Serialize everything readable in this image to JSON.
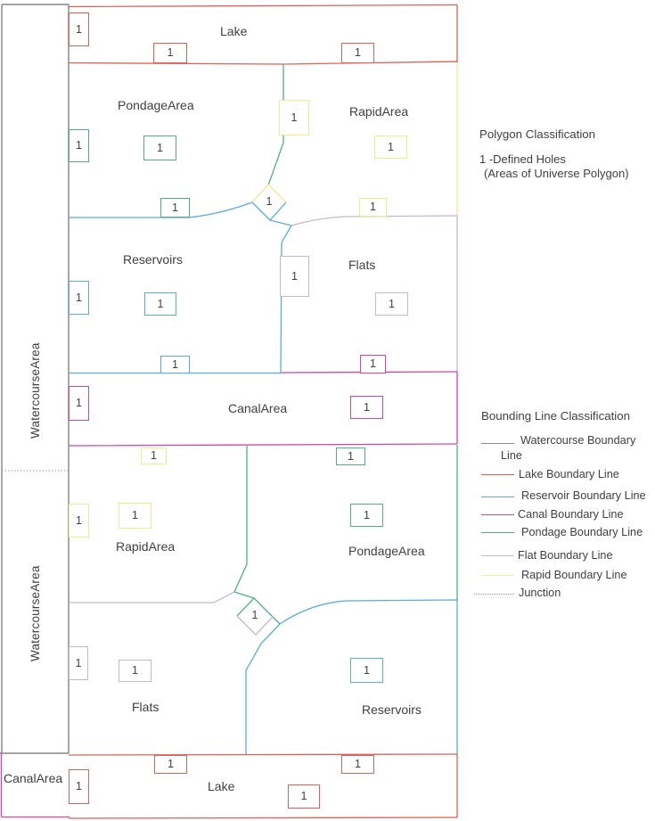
{
  "colors": {
    "watercourse_gray": "#6d6e71",
    "lake_red": "#df6059",
    "reservoir_blue": "#58ace0",
    "canal_magenta": "#d8459f",
    "pondage_green": "#4fb084",
    "flat_thistle": "#c9b4d2",
    "rapid_yellow": "#f3e98c",
    "junction_dotted": "#9a9a9a",
    "text": "#414042"
  },
  "diagram": {
    "hole_label": "1",
    "areas": {
      "lake_top": "Lake",
      "pondage_upper": "PondageArea",
      "rapid_upper": "RapidArea",
      "reservoirs_upper": "Reservoirs",
      "flats_upper": "Flats",
      "canal_upper": "CanalArea",
      "watercourse_upper": "WatercourseArea",
      "watercourse_lower": "WatercourseArea",
      "rapid_lower": "RapidArea",
      "pondage_lower": "PondageArea",
      "flats_lower": "Flats",
      "reservoirs_lower": "Reservoirs",
      "lake_bottom": "Lake",
      "canal_bottom": "CanalArea"
    }
  },
  "legend": {
    "polygon_title": "Polygon Classification",
    "hole_def_line1": "1 -Defined Holes",
    "hole_def_line2": "(Areas of Universe Polygon)",
    "bounding_title": "Bounding Line Classification",
    "items": [
      {
        "label": "Watercourse Boundary",
        "label2": "Line",
        "color": "#6d6e71"
      },
      {
        "label": "Lake Boundary Line",
        "color": "#df6059"
      },
      {
        "label": "Reservoir Boundary Line",
        "color": "#58ace0"
      },
      {
        "label": "Canal Boundary Line",
        "color": "#d8459f"
      },
      {
        "label": "Pondage Boundary Line",
        "color": "#4fb084"
      },
      {
        "label": "Flat Boundary Line",
        "color": "#c9b4d2"
      },
      {
        "label": "Rapid Boundary Line",
        "color": "#f6ef9a"
      },
      {
        "label": "Junction",
        "color": "#9a9a9a"
      }
    ]
  }
}
